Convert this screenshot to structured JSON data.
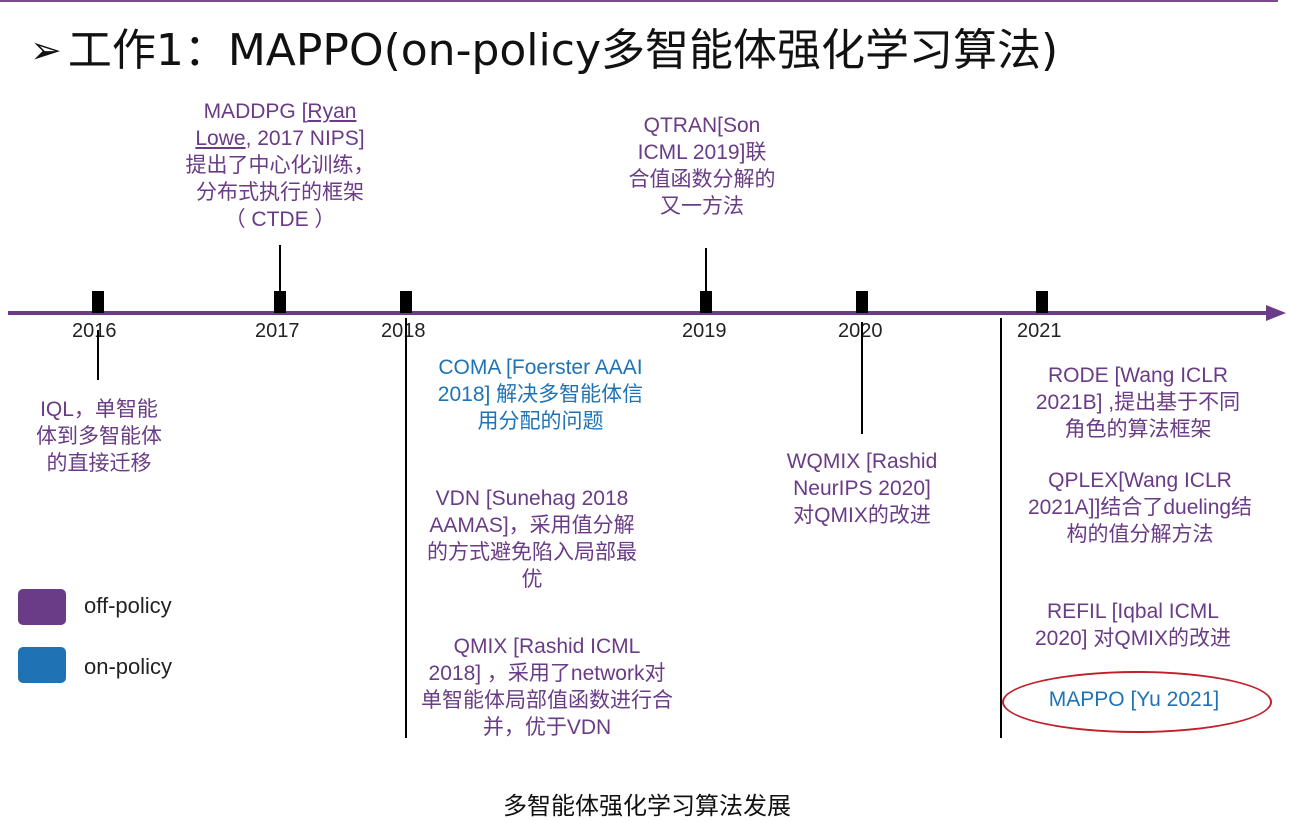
{
  "slide": {
    "title_arrow": "➢",
    "title": "工作1：MAPPO(on-policy多智能体强化学习算法)",
    "caption": "多智能体强化学习算法发展"
  },
  "timeline": {
    "years": [
      "2016",
      "2017",
      "2018",
      "2019",
      "2020",
      "2021"
    ]
  },
  "events": {
    "maddpg": [
      "MADDPG [",
      "Ryan",
      "Lowe",
      ", 2017 NIPS]",
      "提出了中心化训练，",
      "分布式执行的框架",
      "（ CTDE ）"
    ],
    "qtran": [
      "QTRAN[Son",
      "ICML 2019]联",
      "合值函数分解的",
      "又一方法"
    ],
    "iql": [
      "IQL，单智能",
      "体到多智能体",
      "的直接迁移"
    ],
    "coma": [
      "COMA [Foerster AAAI",
      "2018] 解决多智能体信",
      "用分配的问题"
    ],
    "vdn": [
      "VDN [Sunehag 2018",
      "AAMAS]，采用值分解",
      "的方式避免陷入局部最",
      "优"
    ],
    "qmix": [
      "QMIX [Rashid ICML",
      "2018] ，采用了network对",
      "单智能体局部值函数进行合",
      "并，优于VDN"
    ],
    "wqmix": [
      "WQMIX [Rashid",
      "NeurIPS 2020]",
      "对QMIX的改进"
    ],
    "rode": [
      "RODE [Wang ICLR",
      "2021B] ,提出基于不同",
      "角色的算法框架"
    ],
    "qplex": [
      "QPLEX[Wang ICLR",
      "2021A]]结合了dueling结",
      "构的值分解方法"
    ],
    "refil": [
      "REFIL [Iqbal ICML",
      "2020] 对QMIX的改进"
    ],
    "mappo": "MAPPO [Yu 2021]"
  },
  "legend": {
    "items": [
      {
        "label": "off-policy",
        "color": "#6a3b86"
      },
      {
        "label": "on-policy",
        "color": "#1f73b5"
      }
    ]
  },
  "colors": {
    "off_policy": "#6a3b86",
    "on_policy": "#1f73b5",
    "highlight_ellipse": "#c0202a"
  }
}
